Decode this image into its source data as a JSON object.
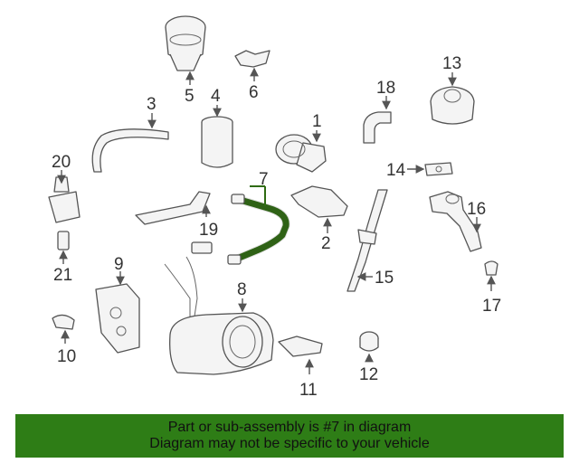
{
  "callouts": [
    "1",
    "2",
    "3",
    "4",
    "5",
    "6",
    "7",
    "8",
    "9",
    "10",
    "11",
    "12",
    "13",
    "14",
    "15",
    "16",
    "17",
    "18",
    "19",
    "20",
    "21"
  ],
  "highlighted_part": "7",
  "highlight_color": "#2f6b12",
  "banner": {
    "line1": "Part or sub-assembly is #7 in diagram",
    "line2": "Diagram may not be specific to your vehicle",
    "background": "#2e7d16"
  }
}
